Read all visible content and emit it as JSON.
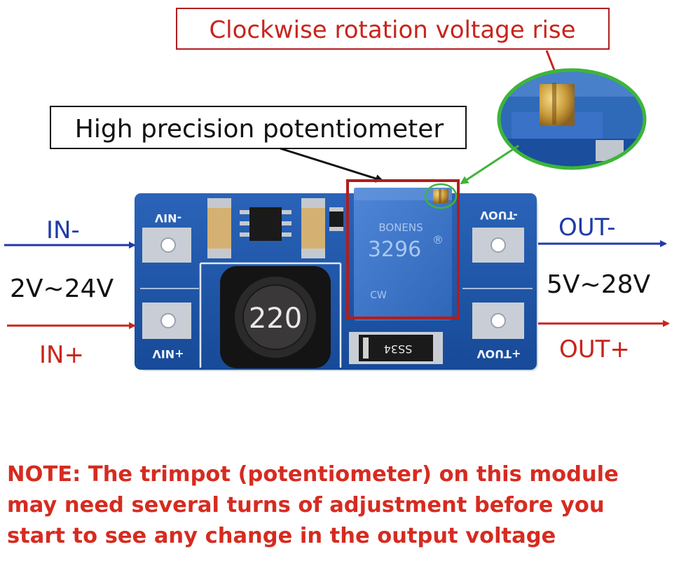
{
  "callouts": {
    "rotation": "Clockwise rotation voltage rise",
    "potentiometer": "High precision potentiometer"
  },
  "input": {
    "neg_label": "IN-",
    "pos_label": "IN+",
    "range": "2V~24V"
  },
  "output": {
    "neg_label": "OUT-",
    "pos_label": "OUT+",
    "range": "5V~28V"
  },
  "board": {
    "vin_neg": "-NIV",
    "vin_pos": "+NIV",
    "vout_neg": "-TUOV",
    "vout_pos": "+TUOV",
    "inductor_code": "220",
    "diode_code": "SS34",
    "pot_brand": "BONENS",
    "pot_model": "3296",
    "pot_registered": "®",
    "pot_cw": "CW"
  },
  "note": {
    "line1": "NOTE: The trimpot (potentiometer) on this module",
    "line2": "may need several turns of adjustment before you",
    "line3": "start to see any change in the output voltage"
  },
  "colors": {
    "red": "#c8241c",
    "blue": "#1f3aa8",
    "green": "#3db53a",
    "board": "#1f56a8",
    "note": "#d62b20"
  }
}
